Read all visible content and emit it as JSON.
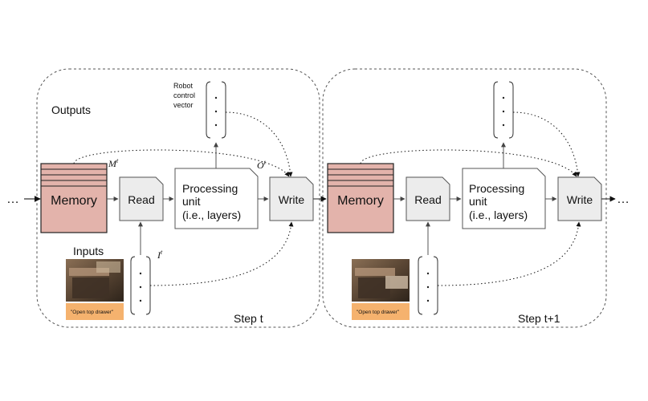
{
  "left_ellipsis": "…",
  "right_ellipsis": "…",
  "steps": [
    {
      "step_label": "Step t",
      "outputs_label": "Outputs",
      "inputs_label": "Inputs",
      "memory_label": "Memory",
      "memory_symbol": "M",
      "memory_sup": "t",
      "read_label": "Read",
      "processing_lines": [
        "Processing",
        "unit",
        "(i.e., layers)"
      ],
      "output_symbol": "O",
      "output_sup": "t",
      "input_symbol": "I",
      "input_sup": "t",
      "write_label": "Write",
      "robot_lines": [
        "Robot",
        "control",
        "vector"
      ],
      "instruction": "\"Open top drawer\""
    },
    {
      "step_label": "Step t+1",
      "memory_label": "Memory",
      "read_label": "Read",
      "processing_lines": [
        "Processing",
        "unit",
        "(i.e., layers)"
      ],
      "write_label": "Write",
      "instruction": "\"Open top drawer\""
    }
  ],
  "colors": {
    "memory_fill": "#e3b3ab",
    "box_fill": "#ececec",
    "box_stroke": "#555555",
    "caption_fill": "#f5b26e",
    "dashed": "#555555"
  }
}
